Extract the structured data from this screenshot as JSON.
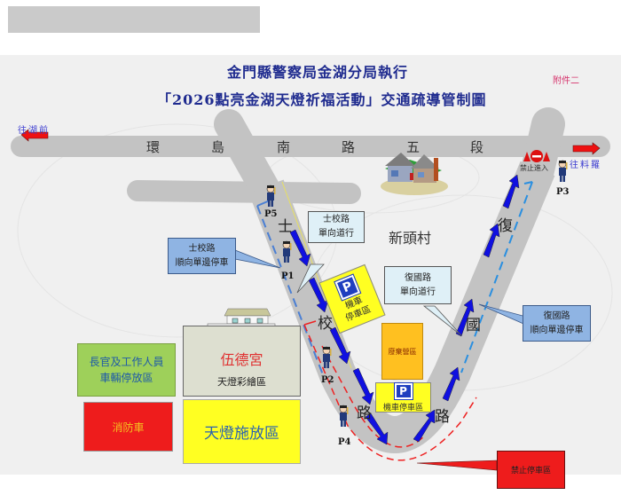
{
  "header": {
    "title_line1": "金門縣警察局金湖分局執行",
    "title_line2": "「2026點亮金湖天燈祈福活動」交通疏導管制圖",
    "attachment_label": "附件二"
  },
  "directions": {
    "west": "往湖前",
    "east": "往料羅"
  },
  "roads": {
    "main_road_chars": [
      "環",
      "島",
      "南",
      "路",
      "五",
      "段"
    ],
    "left_road_chars": [
      "士",
      "校",
      "路"
    ],
    "right_road_chars": [
      "復",
      "國",
      "路"
    ]
  },
  "no_entry": {
    "label": "禁止進入"
  },
  "village": {
    "name": "新頭村"
  },
  "callouts": {
    "shixiao_oneway": {
      "line1": "士校路",
      "line2": "單向道行"
    },
    "shixiao_parking": {
      "line1": "士校路",
      "line2": "順向單邊停車"
    },
    "fuguo_oneway": {
      "line1": "復國路",
      "line2": "單向道行"
    },
    "fuguo_parking": {
      "line1": "復國路",
      "line2": "順向單邊停車"
    },
    "no_parking": {
      "label": "禁止停車區"
    }
  },
  "zones": {
    "moto_parking_1": {
      "icon": "P",
      "line1": "機車",
      "line2": "停車區"
    },
    "moto_parking_2": {
      "icon": "P",
      "label": "機車停車區"
    },
    "abandoned_camp": {
      "label": "廢棄營區"
    },
    "officials_parking": {
      "line1": "長官及工作人員",
      "line2": "車輛停放區"
    },
    "fire_truck": {
      "label": "消防車"
    },
    "temple": {
      "name": "伍德宮",
      "sub": "天燈彩繪區"
    },
    "lantern_release": {
      "label": "天燈施放區"
    }
  },
  "officers": [
    {
      "id": "P1",
      "label": "P1"
    },
    {
      "id": "P2",
      "label": "P2"
    },
    {
      "id": "P3",
      "label": "P3"
    },
    {
      "id": "P4",
      "label": "P4"
    },
    {
      "id": "P5",
      "label": "P5"
    }
  ],
  "colors": {
    "road": "#c3c3c3",
    "title": "#1f2b8f",
    "arrow_blue": "#1010e0",
    "arrow_red": "#ee1111",
    "callout_light": "#dff0f7",
    "callout_blue": "#8fb4e3",
    "yellow_zone": "#ffff22",
    "orange_zone": "#ffc020",
    "green_zone": "#9ed05a",
    "red_zone": "#ee1c1c"
  }
}
